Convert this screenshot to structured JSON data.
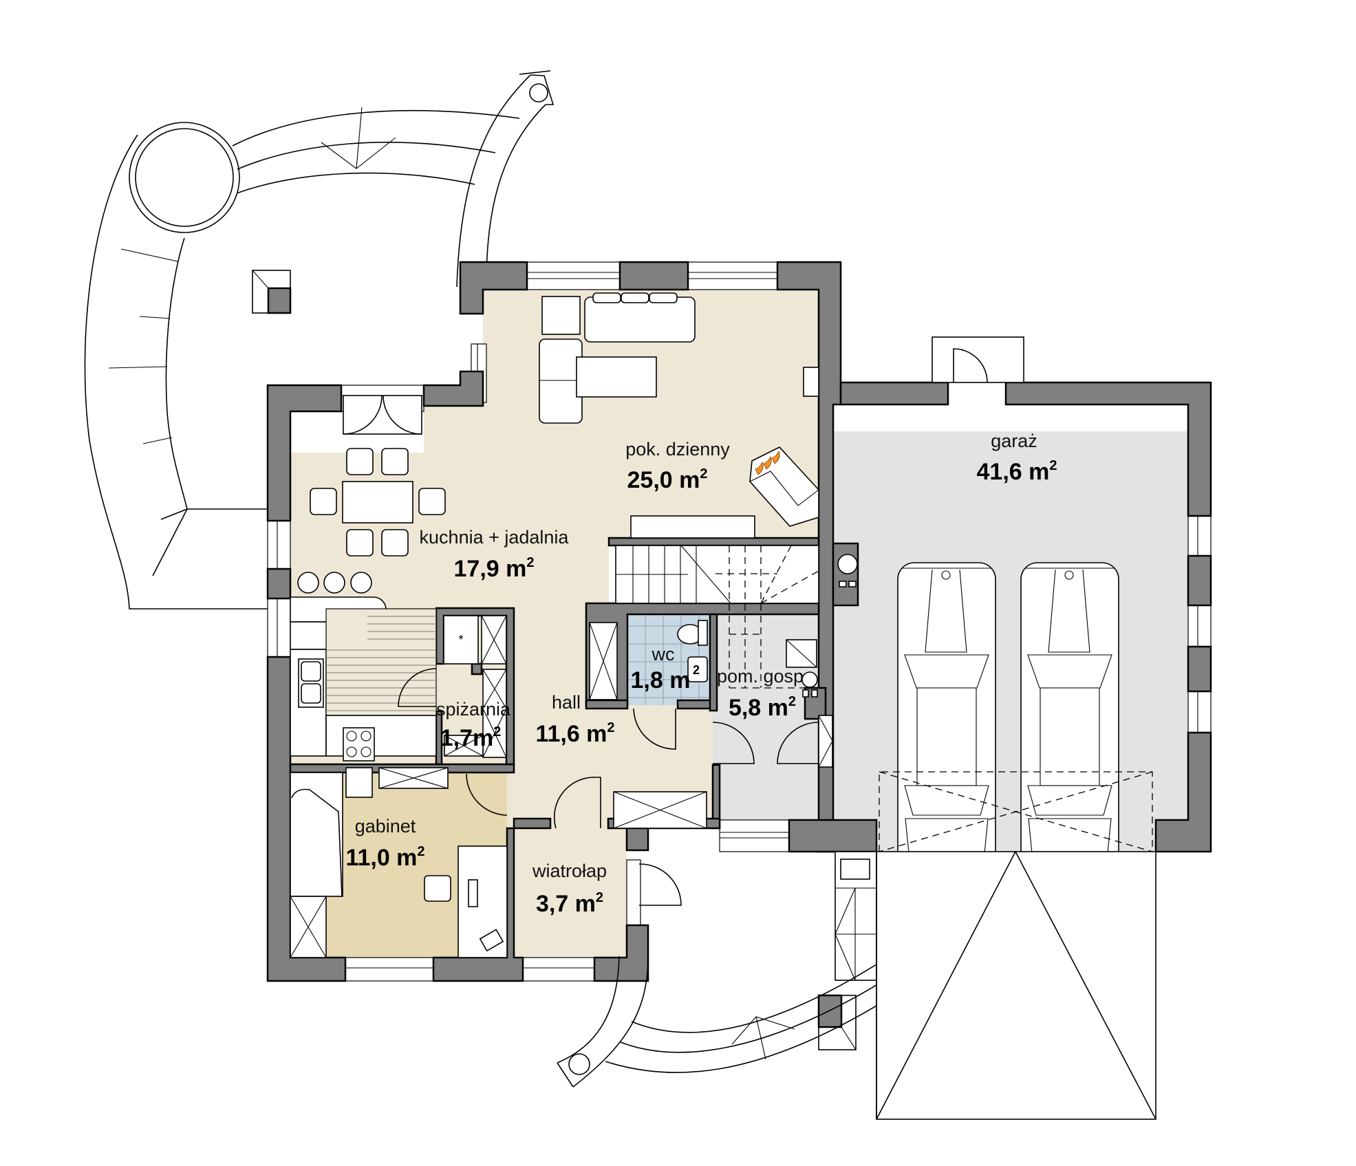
{
  "plan": {
    "colors": {
      "wall": "#808080",
      "living": "#EFE7D6",
      "study": "#E6D8B0",
      "garage": "#E3E3E3",
      "wc": "#C9D9E4",
      "flame": "#F29222"
    },
    "unit_superscript": "2",
    "rooms": {
      "living": {
        "name": "pok. dzienny",
        "area": "25,0 m"
      },
      "kitchen": {
        "name": "kuchnia + jadalnia",
        "area": "17,9 m"
      },
      "hall": {
        "name": "hall",
        "area": "11,6 m"
      },
      "pantry": {
        "name": "spiżarnia",
        "area": "1,7m"
      },
      "wc": {
        "name": "wc",
        "area": "1,8 m"
      },
      "utility": {
        "name": "pom. gosp",
        "area": "5,8 m"
      },
      "garage": {
        "name": "garaż",
        "area": "41,6 m"
      },
      "study": {
        "name": "gabinet",
        "area": "11,0 m"
      },
      "vestibule": {
        "name": "wiatrołap",
        "area": "3,7 m"
      }
    },
    "symbols": {
      "fridge_mark": "*",
      "wc_sink_mark": "2"
    }
  }
}
